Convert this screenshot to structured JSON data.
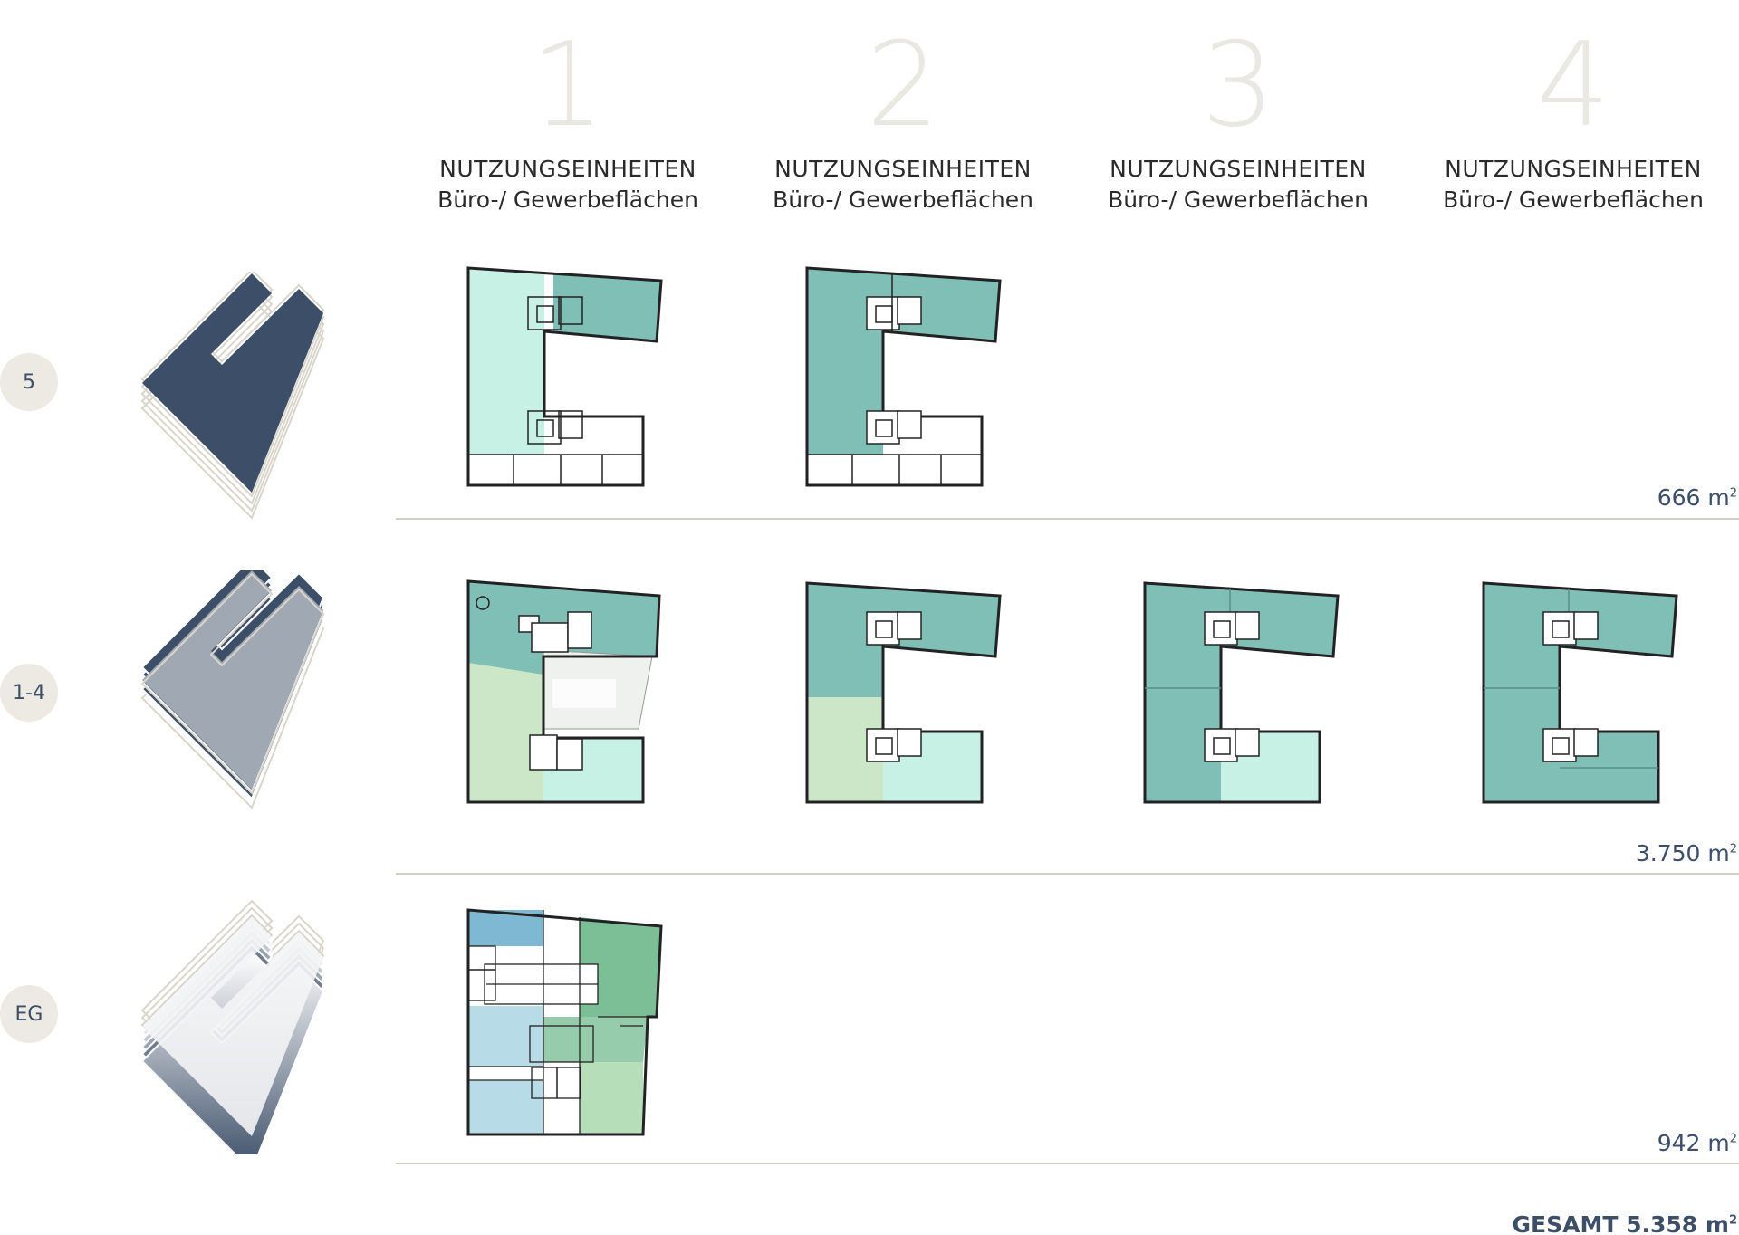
{
  "columns": [
    {
      "number": "1",
      "title": "NUTZUNGSEINHEITEN",
      "subtitle": "Büro-/ Gewerbeflächen"
    },
    {
      "number": "2",
      "title": "NUTZUNGSEINHEITEN",
      "subtitle": "Büro-/ Gewerbeflächen"
    },
    {
      "number": "3",
      "title": "NUTZUNGSEINHEITEN",
      "subtitle": "Büro-/ Gewerbeflächen"
    },
    {
      "number": "4",
      "title": "NUTZUNGSEINHEITEN",
      "subtitle": "Büro-/ Gewerbeflächen"
    }
  ],
  "floors": [
    {
      "label": "5",
      "area": "666 m",
      "area_sup": "2"
    },
    {
      "label": "1-4",
      "area": "3.750 m",
      "area_sup": "2"
    },
    {
      "label": "EG",
      "area": "942 m",
      "area_sup": "2"
    }
  ],
  "total": {
    "label": "GESAMT 5.358 m",
    "sup": "2"
  },
  "colors": {
    "navy": "#3d4f68",
    "teal_dark": "#80bfb6",
    "teal_light": "#c8f1e6",
    "green_light": "#cce7c8",
    "blue_mid": "#7fb8d3",
    "blue_light": "#b8dbe8",
    "green_mid": "#7cbf96"
  }
}
